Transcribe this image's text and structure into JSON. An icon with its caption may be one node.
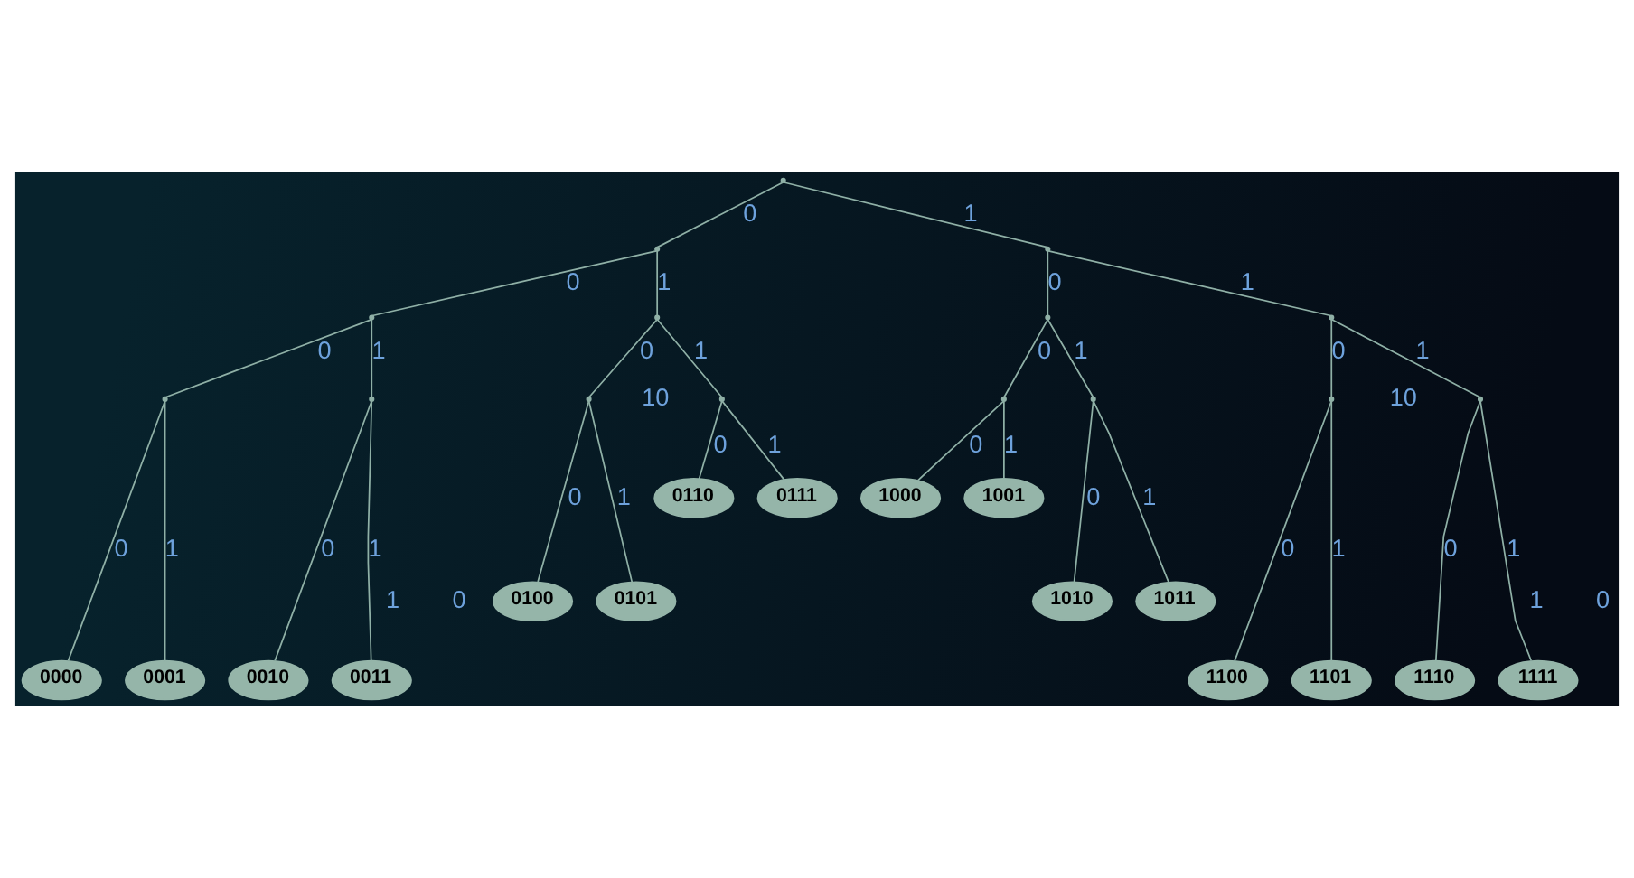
{
  "diagram": {
    "nodes": [
      {
        "text": [],
        "shape": "point"
      },
      {
        "text": [],
        "shape": "point"
      },
      {
        "text": [],
        "shape": "point"
      },
      {
        "text": [],
        "shape": "point"
      },
      {
        "text": [],
        "shape": "point"
      },
      {
        "text": [],
        "shape": "point"
      },
      {
        "text": [],
        "shape": "point"
      },
      {
        "text": [],
        "shape": "point"
      },
      {
        "text": [],
        "shape": "point"
      },
      {
        "text": [],
        "shape": "point"
      },
      {
        "text": [],
        "shape": "point"
      },
      {
        "text": [],
        "shape": "point"
      },
      {
        "text": [],
        "shape": "point"
      },
      {
        "text": [],
        "shape": "point"
      },
      {
        "text": [],
        "shape": "point"
      },
      {
        "text": [
          "0110"
        ]
      },
      {
        "text": [
          "0111"
        ]
      },
      {
        "text": [
          "1000"
        ]
      },
      {
        "text": [
          "1001"
        ]
      },
      {
        "text": [
          "0100"
        ]
      },
      {
        "text": [
          "0101"
        ]
      },
      {
        "text": [
          "1010"
        ]
      },
      {
        "text": [
          "1011"
        ]
      },
      {
        "text": [
          "0000"
        ]
      },
      {
        "text": [
          "0001"
        ]
      },
      {
        "text": [
          "0010"
        ]
      },
      {
        "text": [
          "0011"
        ]
      },
      {
        "text": [
          "1100"
        ]
      },
      {
        "text": [
          "1101"
        ]
      },
      {
        "text": [
          "1110"
        ]
      },
      {
        "text": [
          "1111"
        ]
      }
    ],
    "edges": [
      {
        "from": 0,
        "to": 1,
        "arrow": "none",
        "label": "0"
      },
      {
        "from": 0,
        "to": 2,
        "arrow": "none",
        "label": "1"
      },
      {
        "from": 1,
        "to": 3,
        "arrow": "none",
        "label": "0"
      },
      {
        "from": 1,
        "to": 4,
        "arrow": "none",
        "label": "1"
      },
      {
        "from": 2,
        "to": 5,
        "arrow": "none",
        "label": "0"
      },
      {
        "from": 2,
        "to": 6,
        "arrow": "none",
        "label": "1"
      },
      {
        "from": 3,
        "to": 7,
        "arrow": "none",
        "label": "0"
      },
      {
        "from": 3,
        "to": 8,
        "arrow": "none",
        "label": "1"
      },
      {
        "from": 4,
        "to": 9,
        "arrow": "none",
        "label": "0"
      },
      {
        "from": 4,
        "to": 10,
        "arrow": "none",
        "label": "1"
      },
      {
        "from": 5,
        "to": 11,
        "arrow": "none",
        "label": "0"
      },
      {
        "from": 5,
        "to": 12,
        "arrow": "none",
        "label": "1"
      },
      {
        "from": 6,
        "to": 13,
        "arrow": "none",
        "label": "0"
      },
      {
        "from": 6,
        "to": 14,
        "arrow": "none",
        "label": "1"
      },
      {
        "from": 7,
        "to": 23,
        "arrow": "none",
        "label": "0"
      },
      {
        "from": 7,
        "to": 24,
        "arrow": "none",
        "label": "1"
      },
      {
        "from": 8,
        "to": 25,
        "arrow": "none",
        "label": "0"
      },
      {
        "from": 8,
        "to": 26,
        "arrow": "none",
        "label": "1"
      },
      {
        "from": 9,
        "to": 19,
        "arrow": "none",
        "label": "0"
      },
      {
        "from": 9,
        "to": 20,
        "arrow": "none",
        "label": "1"
      },
      {
        "from": 10,
        "to": 15,
        "arrow": "none",
        "label": "0"
      },
      {
        "from": 10,
        "to": 16,
        "arrow": "none",
        "label": "1"
      },
      {
        "from": 11,
        "to": 17,
        "arrow": "none",
        "label": "0"
      },
      {
        "from": 11,
        "to": 18,
        "arrow": "none",
        "label": "1"
      },
      {
        "from": 12,
        "to": 21,
        "arrow": "none",
        "label": "0"
      },
      {
        "from": 12,
        "to": 22,
        "arrow": "none",
        "label": "1"
      },
      {
        "from": 13,
        "to": 27,
        "arrow": "none",
        "label": "0"
      },
      {
        "from": 13,
        "to": 28,
        "arrow": "none",
        "label": "1"
      },
      {
        "from": 14,
        "to": 29,
        "arrow": "none",
        "label": "0"
      },
      {
        "from": 14,
        "to": 30,
        "arrow": "none",
        "label": "1"
      }
    ],
    "labels": [
      "10",
      "10",
      "1",
      "0",
      "1",
      "0"
    ]
  }
}
